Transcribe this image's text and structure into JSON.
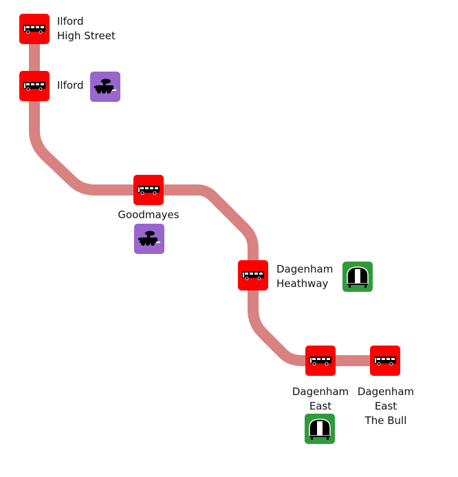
{
  "map": {
    "route_color": "#d98282",
    "bus_stop_color": "#ff0000",
    "rail_color": "#9966cc",
    "tube_color": "#2f9a3a"
  },
  "stops": [
    {
      "id": "ilford-high-street",
      "name_lines": [
        "Ilford",
        "High Street"
      ],
      "icon": "bus-icon",
      "connections": []
    },
    {
      "id": "ilford",
      "name_lines": [
        "Ilford"
      ],
      "icon": "bus-icon",
      "connections": [
        "national-rail-train-icon"
      ]
    },
    {
      "id": "goodmayes",
      "name_lines": [
        "Goodmayes"
      ],
      "icon": "bus-icon",
      "connections": [
        "national-rail-train-icon"
      ]
    },
    {
      "id": "dagenham-heathway",
      "name_lines": [
        "Dagenham",
        "Heathway"
      ],
      "icon": "bus-icon",
      "connections": [
        "underground-tube-icon"
      ]
    },
    {
      "id": "dagenham-east",
      "name_lines": [
        "Dagenham",
        "East"
      ],
      "icon": "bus-icon",
      "connections": [
        "underground-tube-icon"
      ]
    },
    {
      "id": "dagenham-east-the-bull",
      "name_lines": [
        "Dagenham",
        "East",
        "The Bull"
      ],
      "icon": "bus-icon",
      "connections": []
    }
  ]
}
